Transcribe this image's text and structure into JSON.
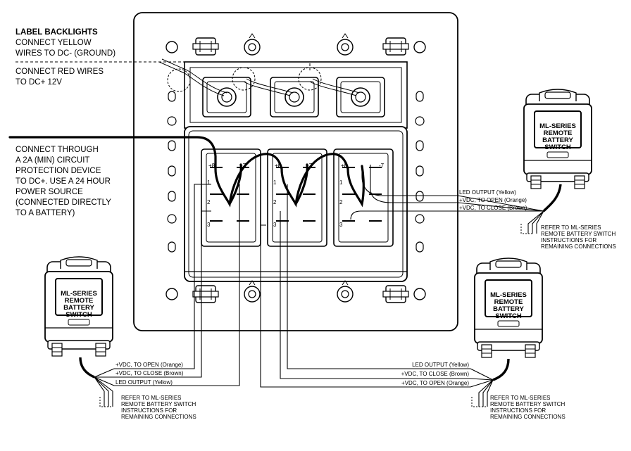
{
  "left_notes": {
    "backlight_heading": "LABEL BACKLIGHTS",
    "yellow_line1": "CONNECT YELLOW",
    "yellow_line2": "WIRES TO DC- (GROUND)",
    "red_line1": "CONNECT RED WIRES",
    "red_line2": "TO DC+ 12V",
    "connect_lines": [
      "CONNECT THROUGH",
      "A 2A (MIN) CIRCUIT",
      "PROTECTION DEVICE",
      "TO DC+. USE A 24 HOUR",
      "POWER SOURCE",
      "(CONNECTED DIRECTLY",
      "TO A BATTERY)"
    ]
  },
  "switch_terminals": {
    "plus8": "+8",
    "minus7": "-7",
    "t1": "1",
    "t2": "2",
    "t3": "3"
  },
  "battery_switch": {
    "lines": [
      "ML-SERIES",
      "REMOTE",
      "BATTERY",
      "SWITCH"
    ]
  },
  "wire_labels": {
    "led_output": "LED OUTPUT (Yellow)",
    "open_orange": "+VDC, TO OPEN (Orange)",
    "close_brown": "+VDC, TO CLOSE (Brown)"
  },
  "refer_note": [
    "REFER TO ML-SERIES",
    "REMOTE BATTERY SWITCH",
    "INSTRUCTIONS FOR",
    "REMAINING CONNECTIONS"
  ]
}
